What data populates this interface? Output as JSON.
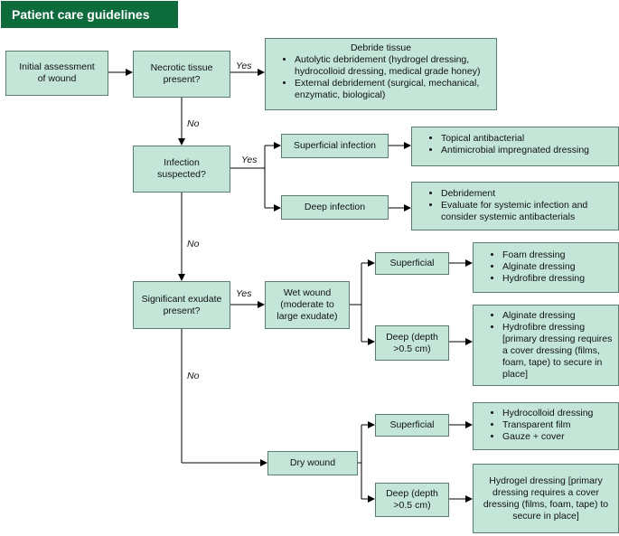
{
  "header": {
    "title": "Patient care guidelines"
  },
  "nodes": {
    "initial": "Initial assessment of wound",
    "necrotic": "Necrotic tissue present?",
    "debride": {
      "title": "Debride tissue",
      "items": [
        "Autolytic debridement (hydrogel dressing, hydrocolloid dressing, medical grade honey)",
        "External debridement (surgical, mechanical, enzymatic, biological)"
      ]
    },
    "infection": "Infection suspected?",
    "superficial_infection": "Superficial infection",
    "superficial_infection_tx": [
      "Topical antibacterial",
      "Antimicrobial impregnated dressing"
    ],
    "deep_infection": "Deep infection",
    "deep_infection_tx": [
      "Debridement",
      "Evaluate for systemic infection and consider systemic antibacterials"
    ],
    "exudate": "Significant exudate present?",
    "wet": "Wet wound (moderate to large exudate)",
    "wet_superficial": "Superficial",
    "wet_superficial_tx": [
      "Foam dressing",
      "Alginate dressing",
      "Hydrofibre dressing"
    ],
    "wet_deep": "Deep (depth >0.5 cm)",
    "wet_deep_tx": [
      "Alginate dressing",
      "Hydrofibre dressing [primary dressing requires a cover dressing (films, foam, tape) to secure in place]"
    ],
    "dry": "Dry wound",
    "dry_superficial": "Superficial",
    "dry_superficial_tx": [
      "Hydrocolloid dressing",
      "Transparent film",
      "Gauze + cover"
    ],
    "dry_deep": "Deep (depth >0.5 cm)",
    "dry_deep_tx": "Hydrogel dressing [primary dressing requires a cover dressing (films, foam, tape) to secure in place]"
  },
  "labels": {
    "yes": "Yes",
    "no": "No"
  },
  "colors": {
    "header": "#0e6b3c",
    "box_fill": "#c3e6d8",
    "box_border": "#5a7d6f"
  }
}
